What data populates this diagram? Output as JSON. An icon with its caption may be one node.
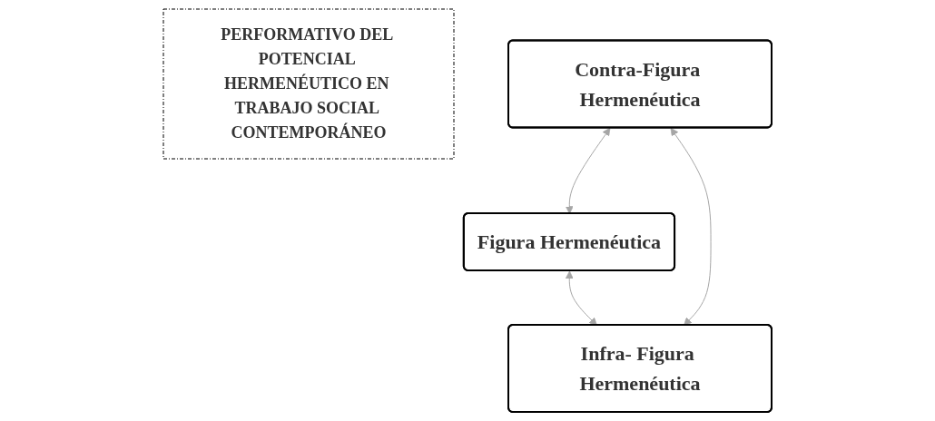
{
  "diagram": {
    "nodes": [
      {
        "text": [
          "Figura Hermenéutica"
        ]
      },
      {
        "text": [
          "PERFORMATIVO DEL POTENCIAL HERMENÉUTICO EN TRABAJO SOCIAL CONTEMPORÁNEO"
        ]
      },
      {
        "text": [
          "Contra-Figura Hermenéutica"
        ]
      },
      {
        "text": [
          "Infra- Figura Hermenéutica"
        ]
      }
    ],
    "edges": [
      {
        "from": 2,
        "to": 0,
        "arrow": "both",
        "color": "#a6a6a6"
      },
      {
        "from": 0,
        "to": 3,
        "arrow": "both",
        "color": "#a6a6a6"
      },
      {
        "from": 2,
        "to": 3,
        "arrow": "both",
        "color": "#a6a6a6"
      }
    ]
  }
}
